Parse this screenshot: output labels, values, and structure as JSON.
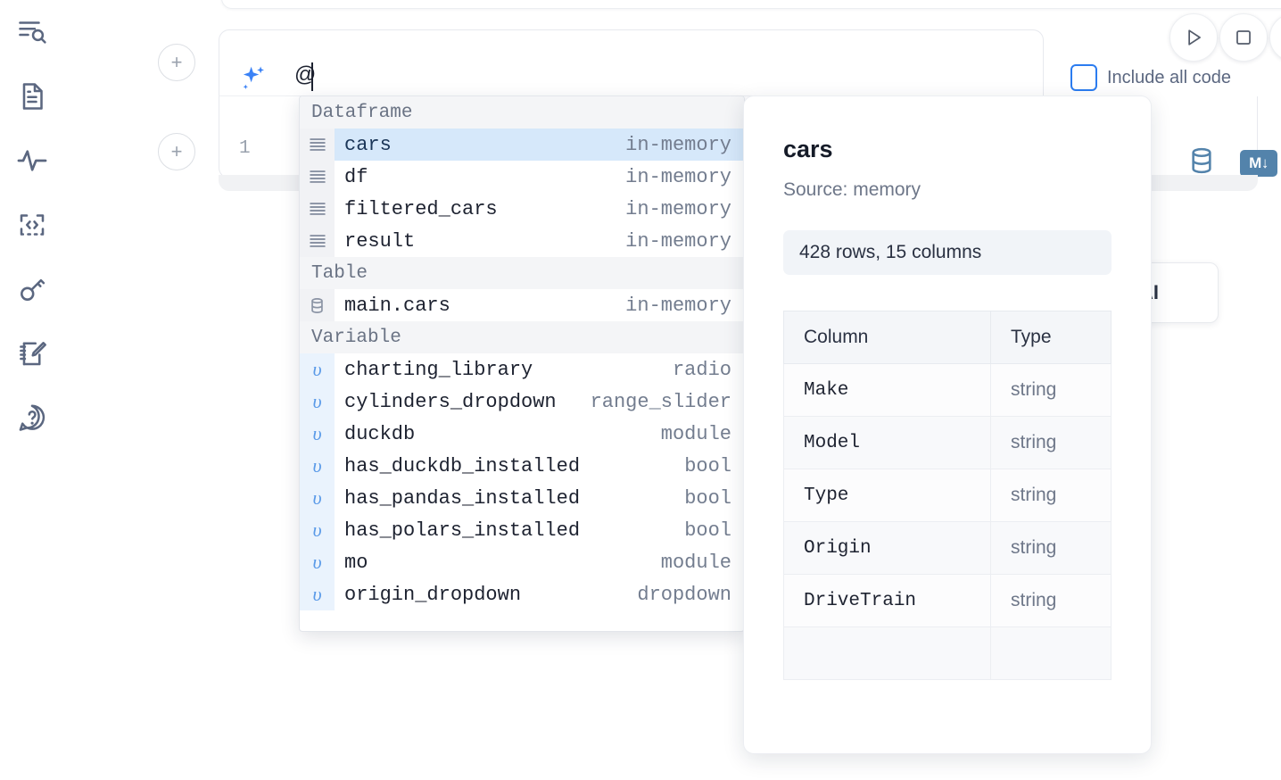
{
  "sidebar": {
    "items": [
      {
        "name": "outline-search-icon",
        "label": "Explore"
      },
      {
        "name": "file-document-icon",
        "label": "Files"
      },
      {
        "name": "activity-pulse-icon",
        "label": "Variables"
      },
      {
        "name": "code-brackets-icon",
        "label": "Snippets"
      },
      {
        "name": "key-icon",
        "label": "Secrets"
      },
      {
        "name": "notebook-pencil-icon",
        "label": "Scratchpad"
      },
      {
        "name": "help-chat-icon",
        "label": "Help"
      }
    ]
  },
  "toolbar": {
    "run_label": "Run",
    "stop_label": "Stop",
    "more_label": "More",
    "include_all_code": "Include all code",
    "include_all_code_checked": false
  },
  "prompt": {
    "icon": "ai-sparkle-icon",
    "value": "@",
    "placeholder": "@"
  },
  "cell": {
    "line_number": "1",
    "icons": [
      {
        "name": "database-icon",
        "label": "Database"
      },
      {
        "name": "markdown-icon",
        "label": "M↓"
      }
    ]
  },
  "ai_chip": {
    "label": "AI"
  },
  "autocomplete": {
    "sections": [
      {
        "title": "Dataframe",
        "icon": "dataframe-icon",
        "kind": "dataframe",
        "items": [
          {
            "name": "cars",
            "meta": "in-memory",
            "selected": true
          },
          {
            "name": "df",
            "meta": "in-memory",
            "selected": false
          },
          {
            "name": "filtered_cars",
            "meta": "in-memory",
            "selected": false
          },
          {
            "name": "result",
            "meta": "in-memory",
            "selected": false
          }
        ]
      },
      {
        "title": "Table",
        "icon": "table-db-icon",
        "kind": "table",
        "items": [
          {
            "name": "main.cars",
            "meta": "in-memory",
            "selected": false
          }
        ]
      },
      {
        "title": "Variable",
        "icon": "variable-icon",
        "kind": "variable",
        "items": [
          {
            "name": "charting_library",
            "meta": "radio",
            "selected": false
          },
          {
            "name": "cylinders_dropdown",
            "meta": "range_slider",
            "selected": false
          },
          {
            "name": "duckdb",
            "meta": "module",
            "selected": false
          },
          {
            "name": "has_duckdb_installed",
            "meta": "bool",
            "selected": false
          },
          {
            "name": "has_pandas_installed",
            "meta": "bool",
            "selected": false
          },
          {
            "name": "has_polars_installed",
            "meta": "bool",
            "selected": false
          },
          {
            "name": "mo",
            "meta": "module",
            "selected": false
          },
          {
            "name": "origin_dropdown",
            "meta": "dropdown",
            "selected": false
          }
        ]
      }
    ]
  },
  "preview": {
    "title": "cars",
    "source": "Source: memory",
    "shape": "428 rows, 15 columns",
    "columns_header": "Column",
    "type_header": "Type",
    "rows": [
      {
        "column": "Make",
        "type": "string"
      },
      {
        "column": "Model",
        "type": "string"
      },
      {
        "column": "Type",
        "type": "string"
      },
      {
        "column": "Origin",
        "type": "string"
      },
      {
        "column": "DriveTrain",
        "type": "string"
      },
      {
        "column": "",
        "type": ""
      }
    ]
  },
  "colors": {
    "accent": "#2b7cf0",
    "selection": "#d6e8fa",
    "icon": "#5b6780",
    "cell_icon": "#5383ab"
  }
}
